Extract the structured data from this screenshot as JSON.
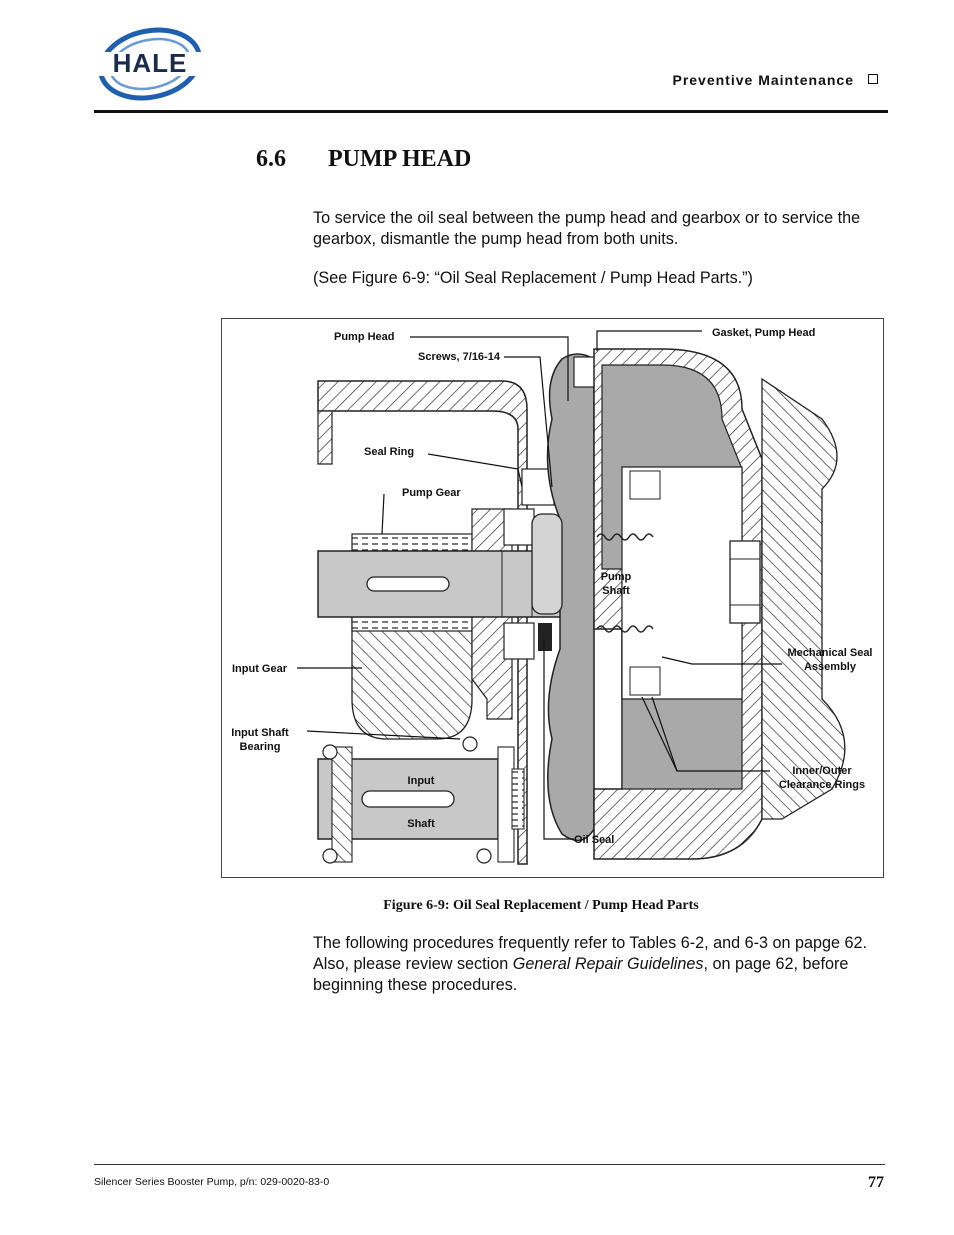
{
  "header": {
    "logo_text": "HALE",
    "section_title": "Preventive Maintenance"
  },
  "section": {
    "number": "6.6",
    "title": "PUMP HEAD"
  },
  "paragraphs": {
    "p1": "To service the oil seal between the pump head and gearbox or to service the gearbox, dismantle the pump head from both units.",
    "p2": "(See Figure 6-9: “Oil Seal Replacement / Pump Head Parts.”)",
    "p3_before": "The following procedures frequently refer to Tables 6-2, and 6-3 on papge 62. Also, please review section ",
    "p3_italic": "General Repair Guidelines",
    "p3_after": ", on page 62, before beginning these procedures."
  },
  "figure": {
    "labels": {
      "pump_head": "Pump Head",
      "screws": "Screws, 7/16-14",
      "gasket": "Gasket, Pump Head",
      "seal_ring": "Seal Ring",
      "pump_gear": "Pump Gear",
      "pump_shaft_1": "Pump",
      "pump_shaft_2": "Shaft",
      "mech_seal_1": "Mechanical Seal",
      "mech_seal_2": "Assembly",
      "input_gear": "Input Gear",
      "input_shaft_bearing_1": "Input Shaft",
      "input_shaft_bearing_2": "Bearing",
      "input_shaft_1": "Input",
      "input_shaft_2": "Shaft",
      "clearance_rings_1": "Inner/Outer",
      "clearance_rings_2": "Clearance Rings",
      "oil_seal": "Oil Seal"
    },
    "caption": "Figure 6-9: Oil Seal Replacement / Pump Head Parts"
  },
  "footer": {
    "document": "Silencer Series Booster Pump, p/n: 029-0020-83-0",
    "page_number": "77"
  },
  "colors": {
    "logo_blue": "#1f5fae",
    "logo_dark": "#1a2b4c",
    "part_gray": "#a9a9a9",
    "ink": "#111111"
  }
}
